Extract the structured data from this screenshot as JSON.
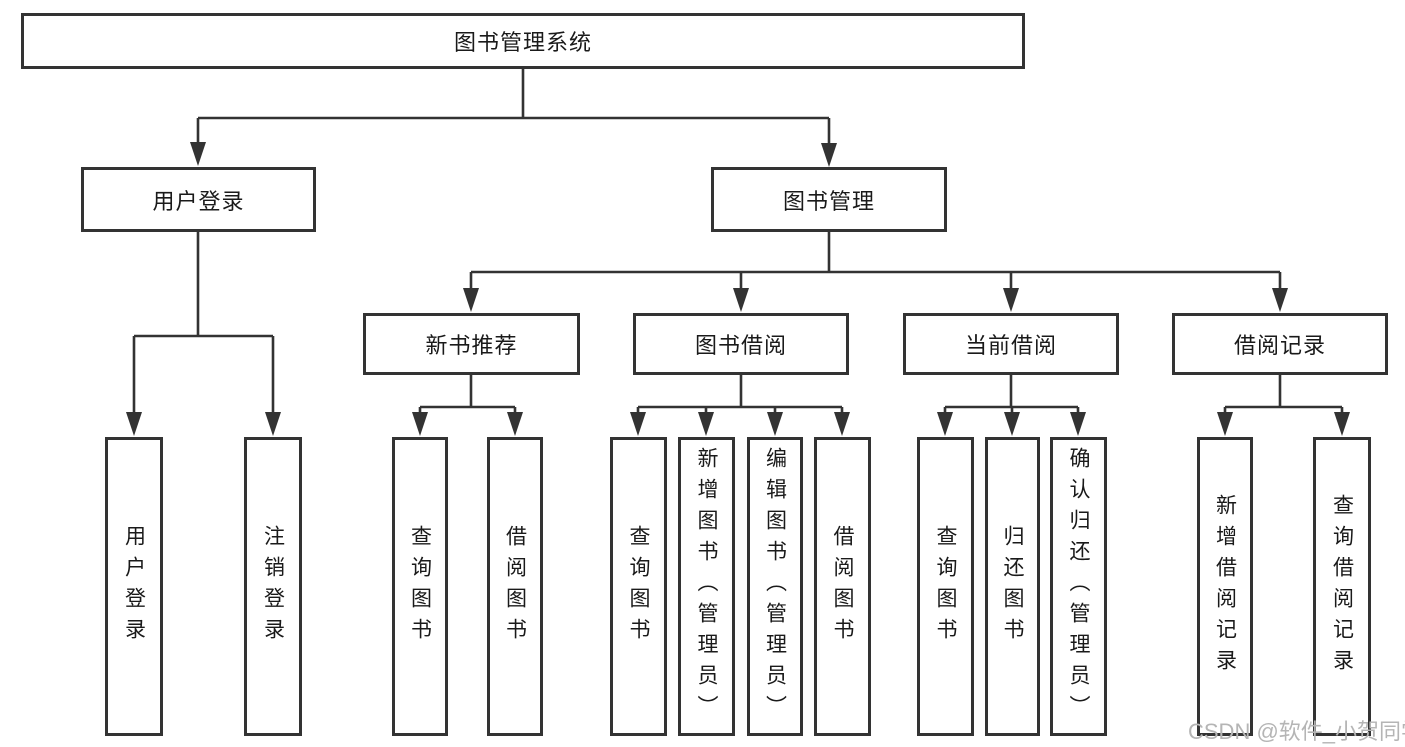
{
  "diagram": {
    "title": "图书管理系统",
    "nodes": {
      "root": {
        "label": "图书管理系统"
      },
      "user_login_branch": {
        "label": "用户登录"
      },
      "book_mgmt_branch": {
        "label": "图书管理"
      },
      "new_book_rec": {
        "label": "新书推荐"
      },
      "book_borrow": {
        "label": "图书借阅"
      },
      "current_borrow": {
        "label": "当前借阅"
      },
      "borrow_record": {
        "label": "借阅记录"
      },
      "leaf_user_login": {
        "label": "用户登录"
      },
      "leaf_logout": {
        "label": "注销登录"
      },
      "leaf_query_book_rec": {
        "label": "查询图书"
      },
      "leaf_borrow_book_rec": {
        "label": "借阅图书"
      },
      "leaf_query_book_borrow": {
        "label": "查询图书"
      },
      "leaf_add_book": {
        "label": "新增图书（管理员）"
      },
      "leaf_edit_book": {
        "label": "编辑图书（管理员）"
      },
      "leaf_borrow_book_borrow": {
        "label": "借阅图书"
      },
      "leaf_query_book_current": {
        "label": "查询图书"
      },
      "leaf_return_book": {
        "label": "归还图书"
      },
      "leaf_confirm_return": {
        "label": "确认归还（管理员）"
      },
      "leaf_add_borrow_record": {
        "label": "新增借阅记录"
      },
      "leaf_query_borrow_record": {
        "label": "查询借阅记录"
      }
    },
    "colors": {
      "line": "#333333",
      "text": "#1a1a1a",
      "box_background": "#ffffff",
      "watermark": "#b5b5b5"
    }
  },
  "watermark": "CSDN @软件_小贺同学"
}
